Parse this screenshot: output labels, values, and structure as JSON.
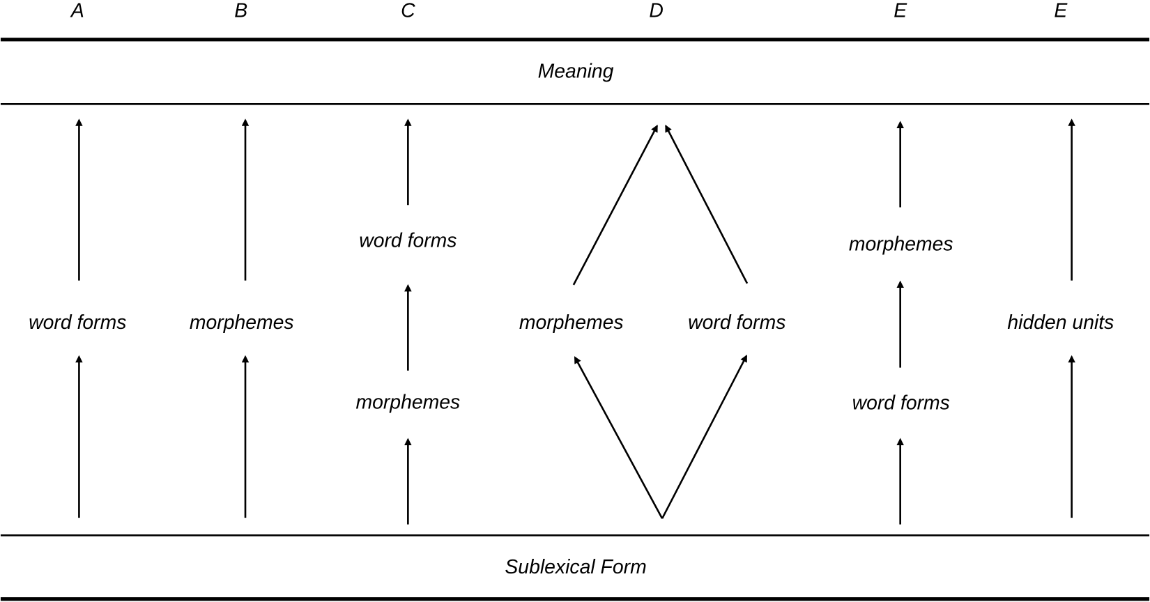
{
  "columns": [
    "A",
    "B",
    "C",
    "D",
    "E",
    "E"
  ],
  "bands": {
    "top": "Meaning",
    "bottom": "Sublexical Form"
  },
  "labels": {
    "a_mid": "word forms",
    "b_mid": "morphemes",
    "c_upper": "word forms",
    "c_lower": "morphemes",
    "d_left": "morphemes",
    "d_right": "word forms",
    "e1_upper": "morphemes",
    "e1_lower": "word forms",
    "e2_mid": "hidden units"
  },
  "colors": {
    "ink": "#000000",
    "background": "#ffffff"
  }
}
